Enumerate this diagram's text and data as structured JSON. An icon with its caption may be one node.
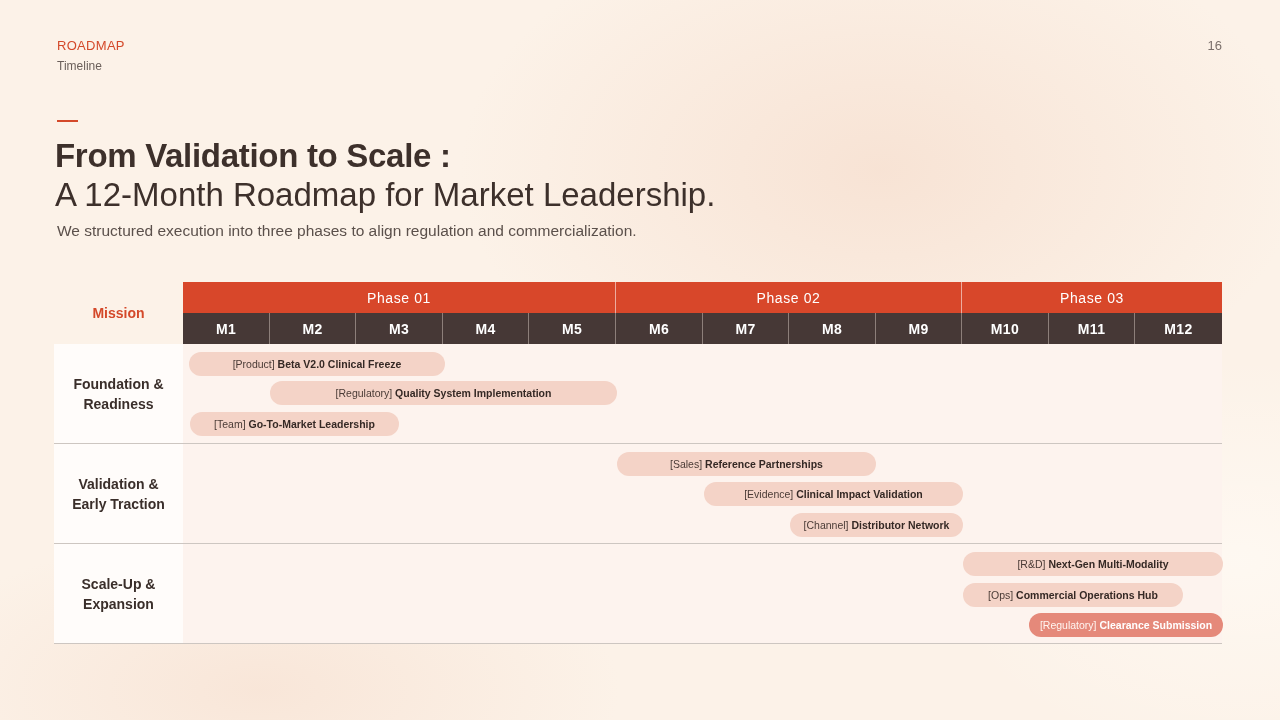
{
  "diagram": {
    "title": "**From Validation to Scale :** A 12-Month Roadmap for Market Leadership.",
    "caption": "We structured execution into three phases to align regulation and commercialization.",
    "nodes": [
      {
        "text": [
          "Phase 01"
        ]
      },
      {
        "text": [
          "Phase 02"
        ]
      },
      {
        "text": [
          "Phase 03"
        ]
      },
      {
        "text": [
          "M1"
        ]
      },
      {
        "text": [
          "M2"
        ]
      },
      {
        "text": [
          "M3"
        ]
      },
      {
        "text": [
          "M4"
        ]
      },
      {
        "text": [
          "M5"
        ]
      },
      {
        "text": [
          "M6"
        ]
      },
      {
        "text": [
          "M7"
        ]
      },
      {
        "text": [
          "M8"
        ]
      },
      {
        "text": [
          "M9"
        ]
      },
      {
        "text": [
          "M10"
        ]
      },
      {
        "text": [
          "M11"
        ]
      },
      {
        "text": [
          "M12"
        ]
      },
      {
        "text": [
          "Foundation & Readiness"
        ]
      },
      {
        "text": [
          "[Product] **Beta V2.0 Clinical Freeze**"
        ],
        "in": 15
      },
      {
        "text": [
          "[Regulatory] **Quality System Implementation**"
        ],
        "in": 15
      },
      {
        "text": [
          "[Team] **Go-To-Market Leadership**"
        ],
        "in": 15
      },
      {
        "text": [
          "Validation & Early Traction"
        ]
      },
      {
        "text": [
          "[Sales] **Reference Partnerships**"
        ],
        "in": 19
      },
      {
        "text": [
          "[Evidence] **Clinical Impact Validation**"
        ],
        "in": 19
      },
      {
        "text": [
          "[Channel] **Distributor Network**"
        ],
        "in": 19
      },
      {
        "text": [
          "Scale-Up & Expansion"
        ]
      },
      {
        "text": [
          "[R&D] **Next-Gen Multi-Modality**"
        ],
        "in": 23
      },
      {
        "text": [
          "[Ops] **Commercial Operations Hub**"
        ],
        "in": 23
      },
      {
        "text": [
          "[Regulatory] **Clearance Submission**"
        ],
        "in": 23
      }
    ],
    "labels": [
      "ROADMAP",
      "Timeline",
      "16",
      "Mission"
    ]
  }
}
